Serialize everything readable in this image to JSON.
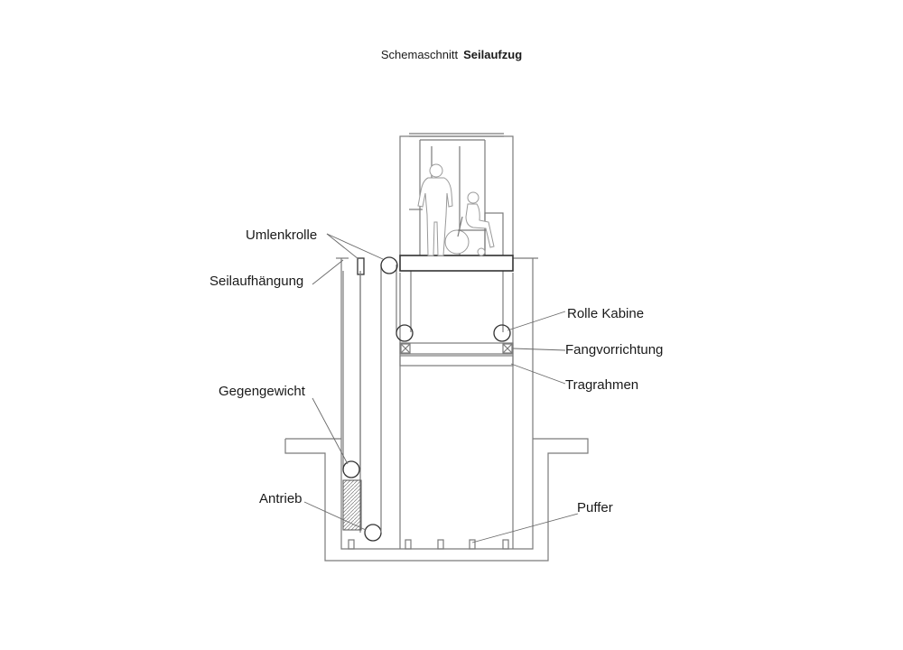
{
  "title": {
    "prefix": "Schemaschnitt",
    "main": "Seilaufzug"
  },
  "labels": {
    "umlenkrolle": "Umlenkrolle",
    "seilaufhaengung": "Seilaufhängung",
    "gegengewicht": "Gegengewicht",
    "antrieb": "Antrieb",
    "rolle_kabine": "Rolle Kabine",
    "fangvorrichtung": "Fangvorrichtung",
    "tragrahmen": "Tragrahmen",
    "puffer": "Puffer"
  }
}
